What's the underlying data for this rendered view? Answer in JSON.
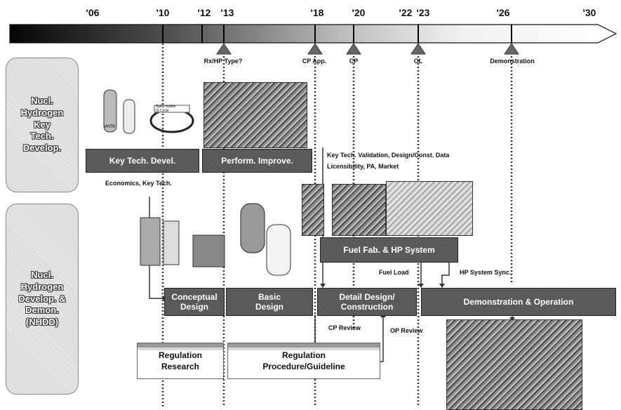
{
  "timeline": {
    "years": [
      "'06",
      "'10",
      "'12",
      "'13",
      "'18",
      "'20",
      "'22",
      "'23",
      "'26",
      "'30"
    ],
    "milestones": [
      "Rx/HP Type?",
      "CP App.",
      "CP",
      "OL",
      "Demonstration"
    ]
  },
  "sections": {
    "key_tech": "Nucl.\nHydrogen\nKey\nTech.\nDevelop.",
    "nhdd": "Nucl.\nHydrogen\nDevelop. &\nDemon.\n(NHDD)"
  },
  "boxes": {
    "key_tech_devel": "Key Tech. Devel.",
    "perform_improve": "Perform. Improve.",
    "fuel_fab": "Fuel Fab. & HP System",
    "conceptual": "Conceptual\nDesign",
    "basic": "Basic\nDesign",
    "detail": "Detail Design/\nConstruction",
    "demonstration": "Demonstration & Operation",
    "reg_research": "Regulation\nResearch",
    "reg_procedure": "Regulation\nProcedure/Guideline"
  },
  "notes": {
    "economics": "Economics, Key Tech.",
    "validation": "Key Tech. Validation, Design/Const. Data",
    "licensibility": "Licensibility, PA, Market",
    "fuel_load": "Fuel Load",
    "hp_sync": "HP System Sync.",
    "cp_review": "CP Review",
    "op_review": "OP Review"
  },
  "figure_labels": {
    "vhtr": "VHTR",
    "cycle": "Sulfur-Iodine\nIS Cycle"
  }
}
